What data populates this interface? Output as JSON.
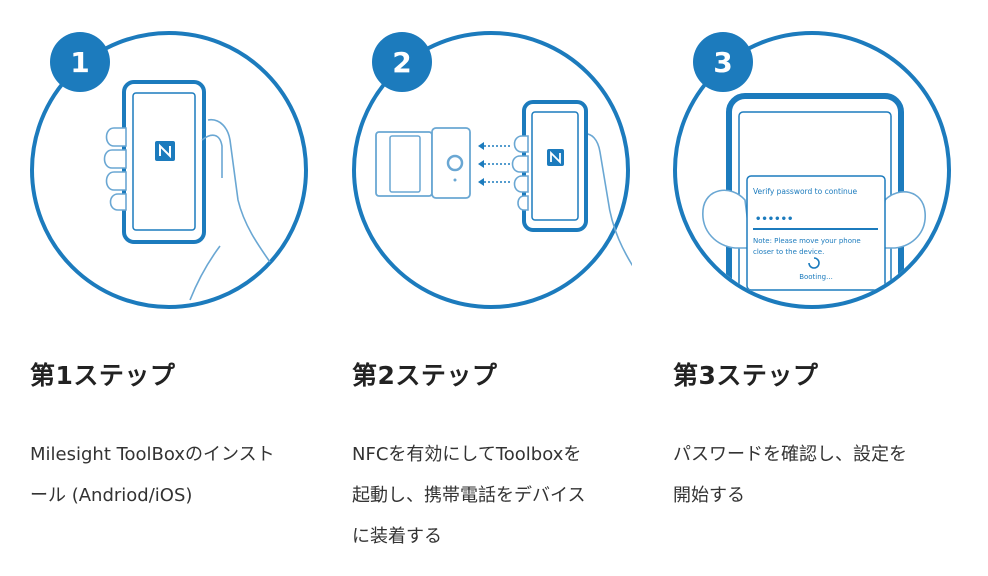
{
  "colors": {
    "accent": "#1c7bbd",
    "text": "#222222",
    "line": "#6aa7d3"
  },
  "steps": [
    {
      "number": "1",
      "title": "第1ステップ",
      "description": "Milesight ToolBoxのインスト\nール (Andriod/iOS)"
    },
    {
      "number": "2",
      "title": "第2ステップ",
      "description": "NFCを有効にしてToolboxを\n起動し、携帯電話をデバイス\nに装着する"
    },
    {
      "number": "3",
      "title": "第3ステップ",
      "description": "パスワードを確認し、設定を\n開始する",
      "screen": {
        "heading": "Verify password to continue",
        "password": "••••••",
        "note_line1": "Note: Please move your phone",
        "note_line2": "closer to the device.",
        "status": "Booting..."
      }
    }
  ]
}
